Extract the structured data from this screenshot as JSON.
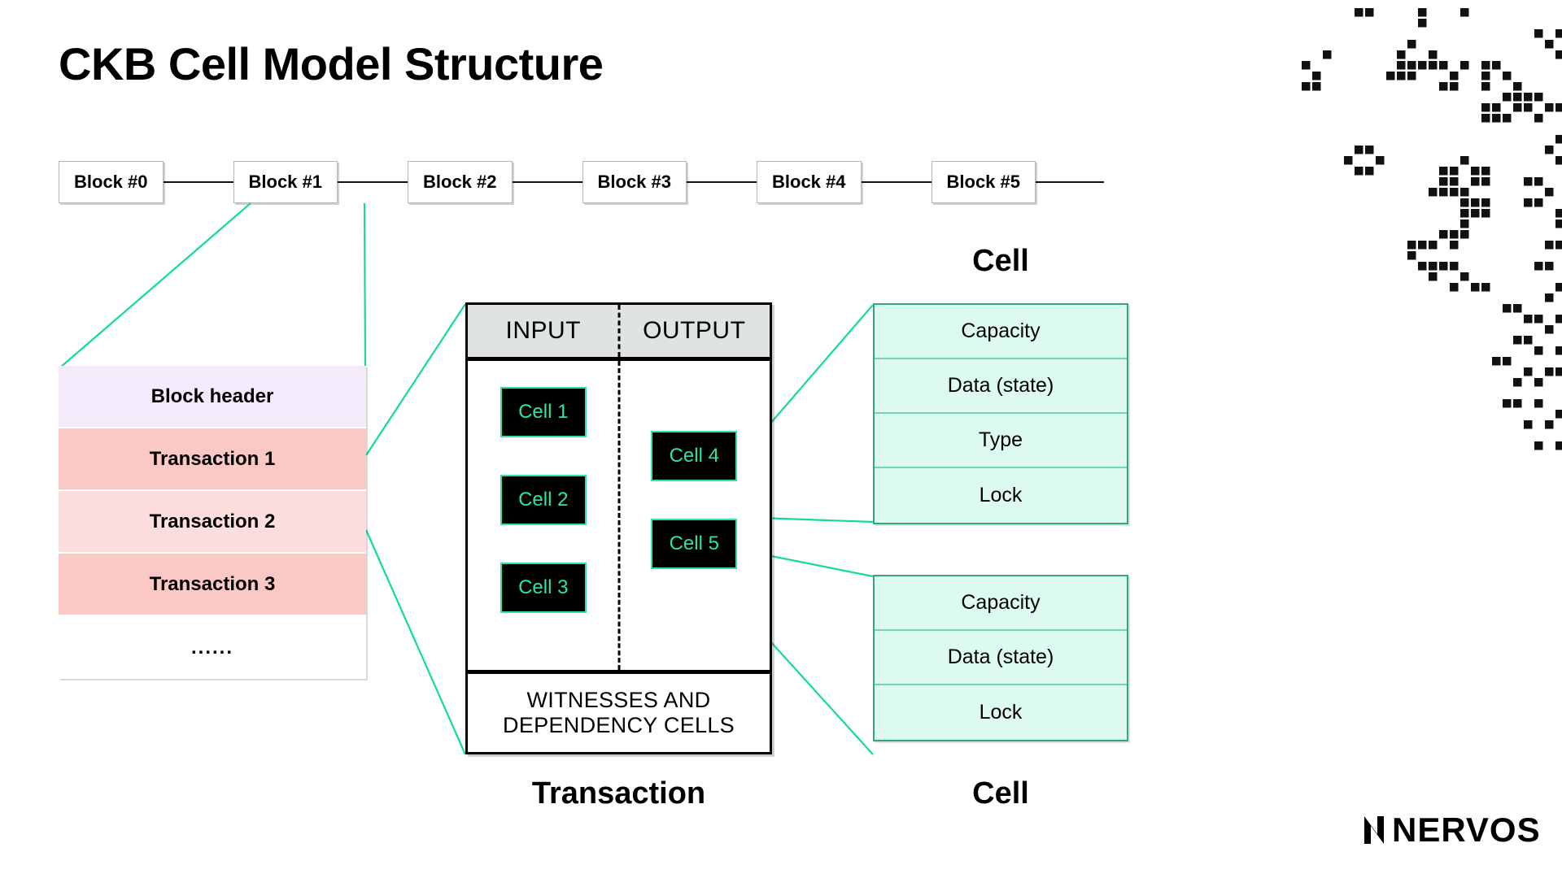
{
  "page": {
    "title": "CKB Cell Model Structure",
    "background_color": "#ffffff"
  },
  "colors": {
    "accent_green": "#2fe3a8",
    "connector_green": "#12dc96",
    "cell_table_fill": "#ddfaf0",
    "cell_table_border": "#35a684",
    "header_gray": "#dfe3e2",
    "block_header_fill": "#f3eafb",
    "transaction_odd_fill": "#fbc9c5",
    "transaction_even_fill": "#fddedd",
    "cell_box_fill": "#000000"
  },
  "chain": {
    "blocks": [
      {
        "label": "Block #0"
      },
      {
        "label": "Block #1"
      },
      {
        "label": "Block #2"
      },
      {
        "label": "Block #3"
      },
      {
        "label": "Block #4"
      },
      {
        "label": "Block #5"
      }
    ]
  },
  "block_detail": {
    "rows": [
      {
        "label": "Block header",
        "fill": "#f3eafb"
      },
      {
        "label": "Transaction 1",
        "fill": "#fbc9c5"
      },
      {
        "label": "Transaction 2",
        "fill": "#fddedd"
      },
      {
        "label": "Transaction 3",
        "fill": "#fbc9c5"
      },
      {
        "label": "......",
        "fill": "#ffffff"
      }
    ]
  },
  "transaction": {
    "caption": "Transaction",
    "headers": [
      {
        "label": "INPUT"
      },
      {
        "label": "OUTPUT"
      }
    ],
    "input_cells": [
      {
        "label": "Cell 1"
      },
      {
        "label": "Cell 2"
      },
      {
        "label": "Cell 3"
      }
    ],
    "output_cells": [
      {
        "label": "Cell 4"
      },
      {
        "label": "Cell 5"
      }
    ],
    "footer": "WITNESSES AND DEPENDENCY CELLS"
  },
  "cell_tables": [
    {
      "caption": "Cell",
      "rows": [
        {
          "label": "Capacity"
        },
        {
          "label": "Data (state)"
        },
        {
          "label": "Type"
        },
        {
          "label": "Lock"
        }
      ]
    },
    {
      "caption": "Cell",
      "rows": [
        {
          "label": "Capacity"
        },
        {
          "label": "Data (state)"
        },
        {
          "label": "Lock"
        }
      ]
    }
  ],
  "logo": {
    "text": "NERVOS"
  }
}
